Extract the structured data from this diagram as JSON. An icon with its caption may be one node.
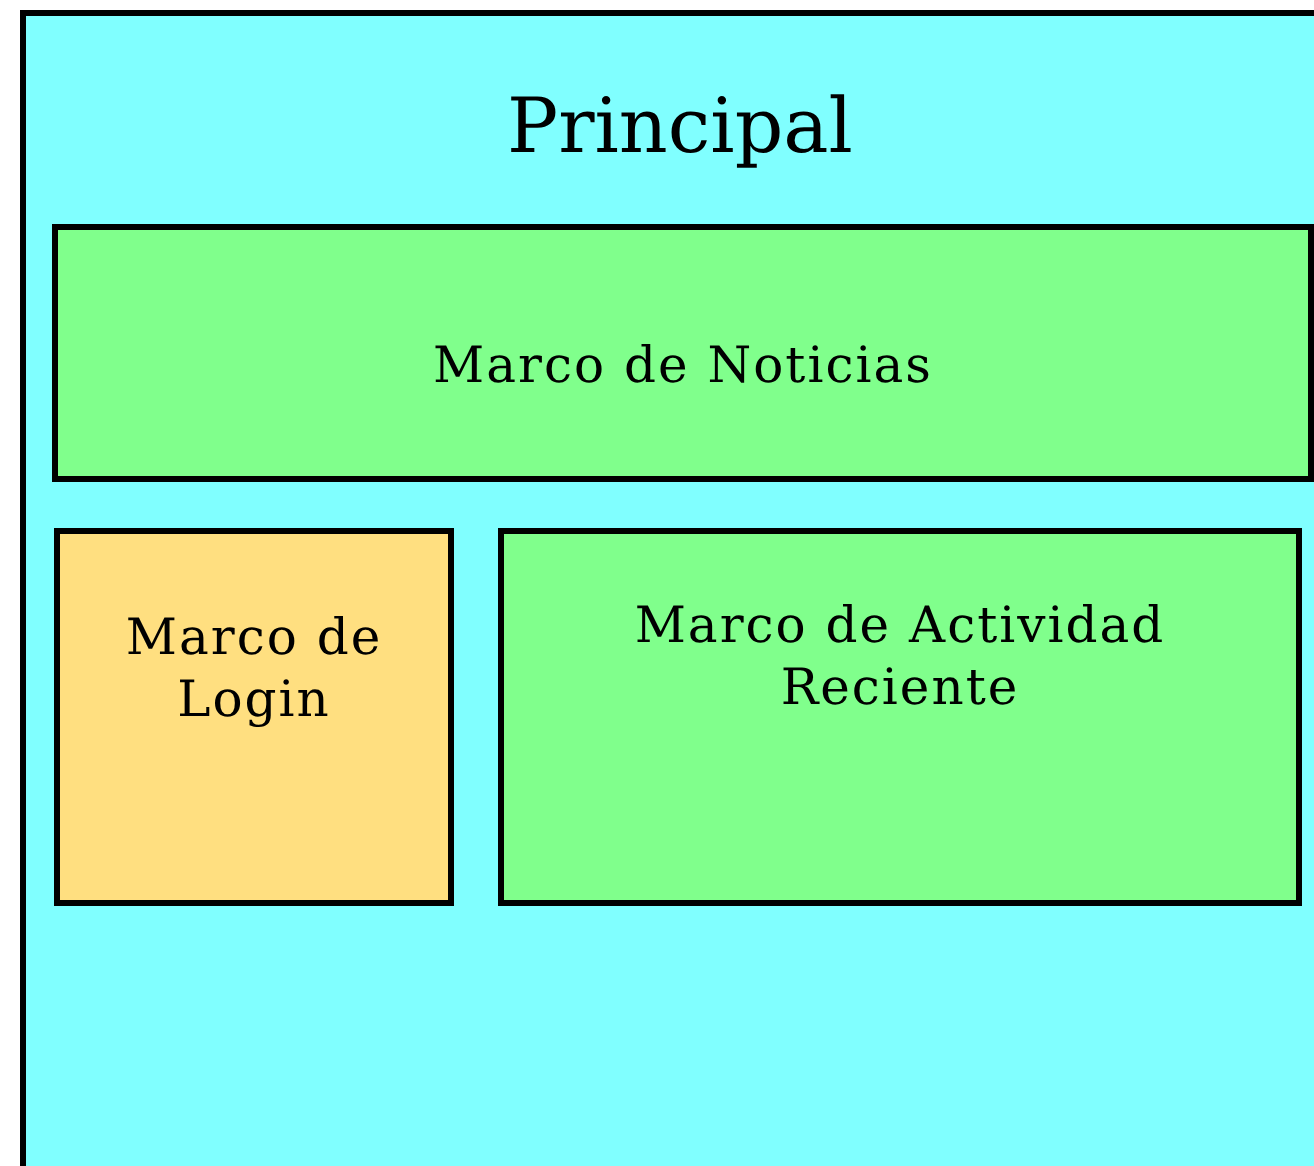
{
  "diagram": {
    "nodes": [
      {
        "text": [
          "Principal"
        ]
      },
      {
        "text": [
          "Marco de Noticias"
        ],
        "in": 0
      },
      {
        "text": [
          "Marco de Login"
        ],
        "in": 0
      },
      {
        "text": [
          "Marco de Actividad Reciente"
        ],
        "in": 0
      }
    ]
  }
}
